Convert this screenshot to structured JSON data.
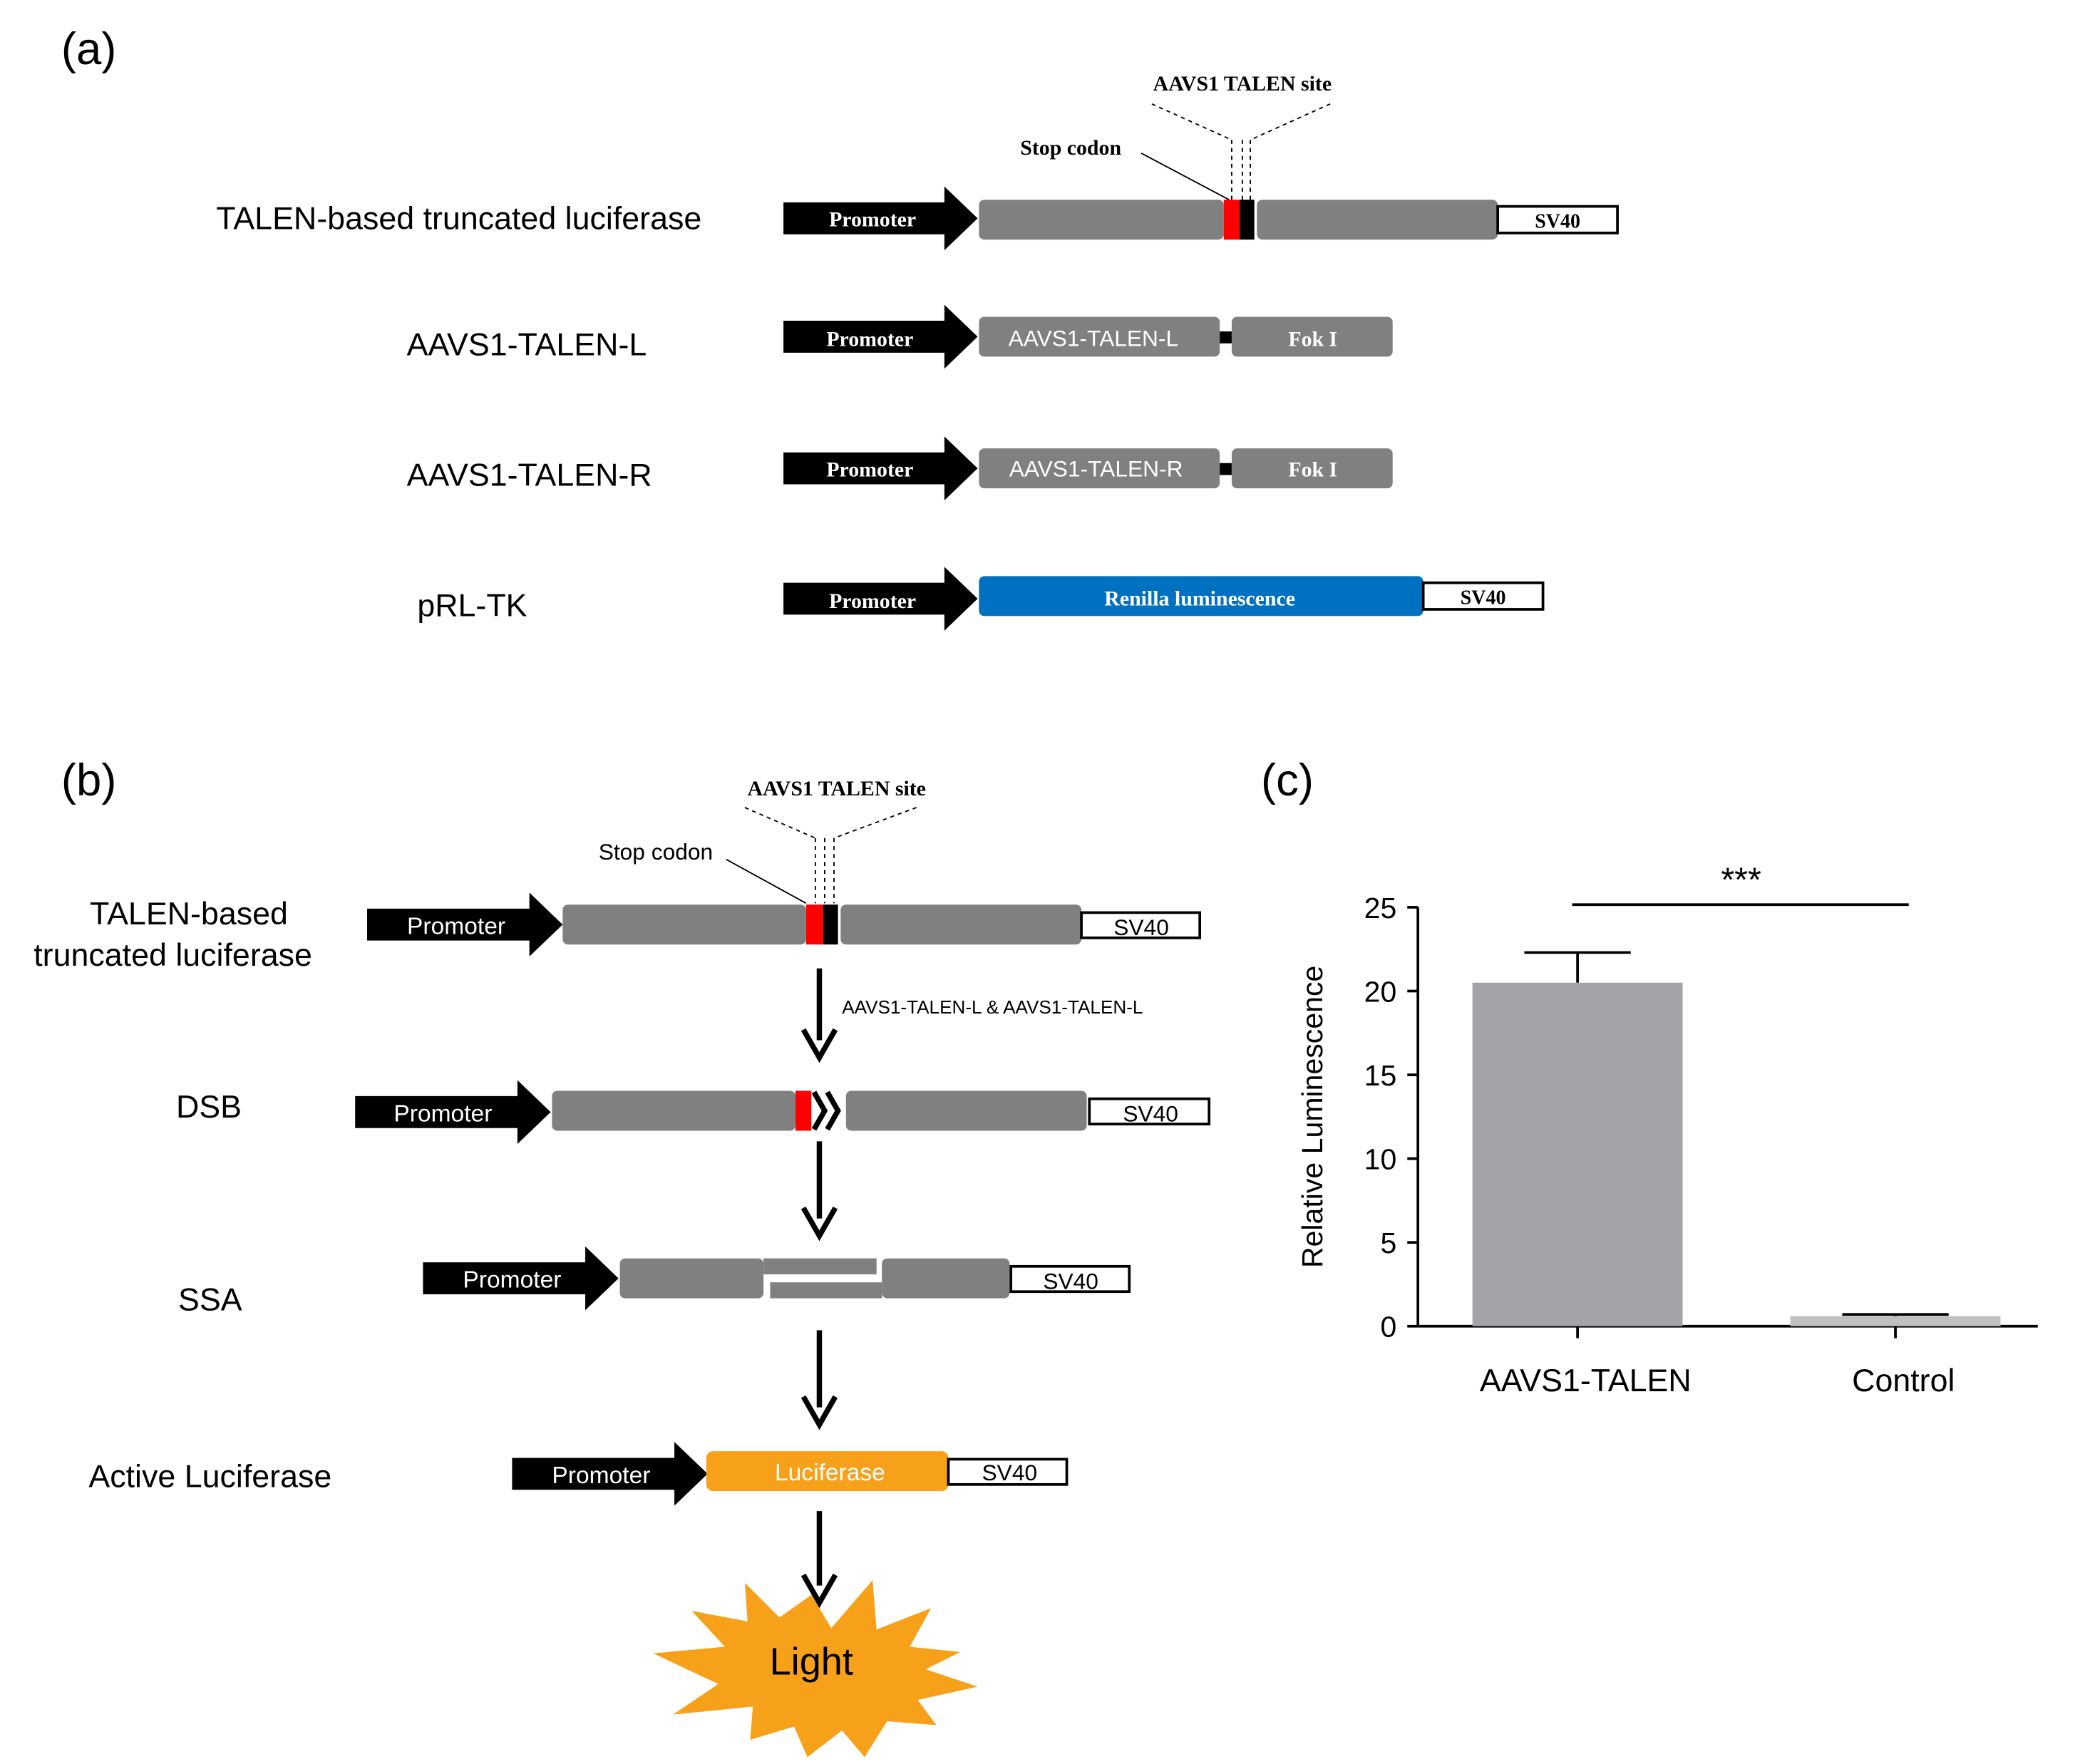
{
  "panels": {
    "a": "(a)",
    "b": "(b)",
    "c": "(c)"
  },
  "colors": {
    "block": "#808080",
    "promoter": "#000000",
    "stop": "#ff0000",
    "renilla": "#0070c0",
    "luciferase": "#f7a11a",
    "light": "#f7a11a",
    "bar": "#a4a4a8",
    "bar_control": "#c0c0c0"
  },
  "panel_a": {
    "site_label": "AAVS1 TALEN site",
    "stop_label": "Stop codon",
    "rows": [
      {
        "label": "TALEN-based truncated luciferase",
        "promoter": "Promoter",
        "terminator": "SV40"
      },
      {
        "label": "AAVS1-TALEN-L",
        "promoter": "Promoter",
        "domain": "AAVS1-TALEN-L",
        "nuclease": "Fok I"
      },
      {
        "label": "AAVS1-TALEN-R",
        "promoter": "Promoter",
        "domain": "AAVS1-TALEN-R",
        "nuclease": "Fok I"
      },
      {
        "label": "pRL-TK",
        "promoter": "Promoter",
        "gene": "Renilla luminescence",
        "terminator": "SV40"
      }
    ]
  },
  "panel_b": {
    "site_label": "AAVS1 TALEN site",
    "stop_label": "Stop codon",
    "step1": {
      "label_line1": "TALEN-based",
      "label_line2": "truncated luciferase",
      "promoter": "Promoter",
      "terminator": "SV40"
    },
    "transition1": "AAVS1-TALEN-L & AAVS1-TALEN-L",
    "step2": {
      "label": "DSB",
      "promoter": "Promoter",
      "terminator": "SV40"
    },
    "step3": {
      "label": "SSA",
      "promoter": "Promoter",
      "terminator": "SV40"
    },
    "step4": {
      "label": "Active Luciferase",
      "promoter": "Promoter",
      "gene": "Luciferase",
      "terminator": "SV40"
    },
    "light": "Light"
  },
  "chart_data": {
    "type": "bar",
    "categories": [
      "AAVS1-TALEN",
      "Control"
    ],
    "values": [
      20.5,
      0.6
    ],
    "errors": [
      1.8,
      0.1
    ],
    "ylabel": "Relative  Luminescence",
    "ylim": [
      0,
      25
    ],
    "yticks": [
      "0",
      "5",
      "10",
      "15",
      "20",
      "25"
    ],
    "significance": "***",
    "grid": false
  }
}
